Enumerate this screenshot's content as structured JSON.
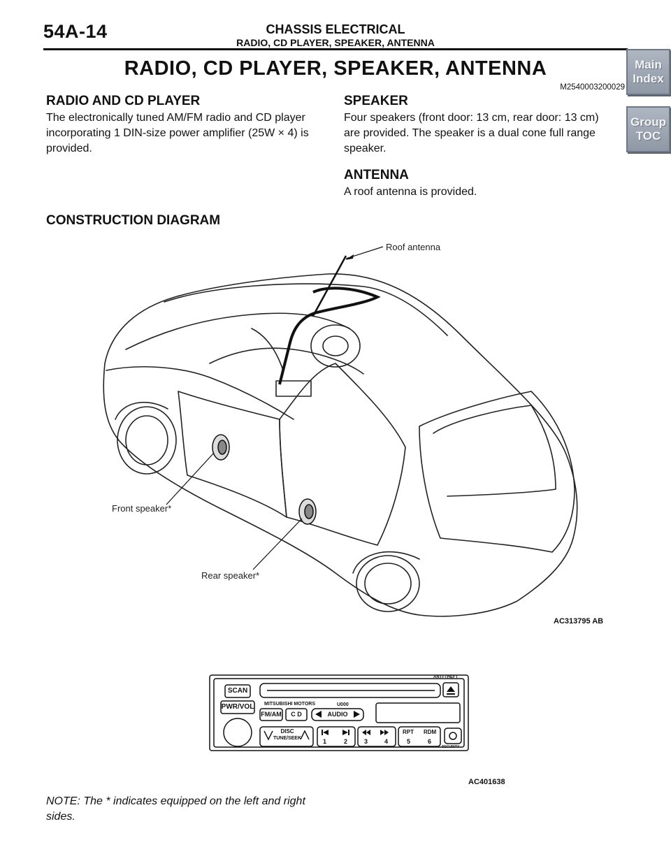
{
  "header": {
    "page_number": "54A-14",
    "group_title": "CHASSIS ELECTRICAL",
    "section_title": "RADIO, CD PLAYER, SPEAKER, ANTENNA"
  },
  "nav": {
    "main_index": [
      "Main",
      "Index"
    ],
    "group_toc": [
      "Group",
      "TOC"
    ]
  },
  "title": "RADIO, CD PLAYER, SPEAKER, ANTENNA",
  "doc_code": "M2540003200029",
  "sections": {
    "radio": {
      "heading": "RADIO AND CD PLAYER",
      "lines": [
        "The electronically tuned AM/FM radio and CD player",
        "incorporating 1 DIN-size power amplifier (25W × 4) is",
        "provided."
      ]
    },
    "speaker": {
      "heading": "SPEAKER",
      "lines": [
        "Four speakers (front door: 13 cm, rear door: 13 cm)",
        "are provided. The speaker is a dual cone full range",
        "speaker."
      ]
    },
    "antenna": {
      "heading": "ANTENNA",
      "lines": [
        "A roof antenna is provided."
      ]
    },
    "construction": {
      "heading": "CONSTRUCTION DIAGRAM"
    }
  },
  "figure1": {
    "labels": {
      "roof_antenna": "Roof antenna",
      "front_speaker": "Front speaker*",
      "rear_speaker": "Rear speaker*"
    },
    "code": "AC313795 AB"
  },
  "figure2": {
    "buttons": {
      "scan": "SCAN",
      "pwr_vol": "PWR/VOL",
      "fm_am": "FM/AM",
      "cd": "C D",
      "audio": "AUDIO",
      "disc": "DISC",
      "tune_seek": "TUNE/SEEK",
      "rpt": "RPT",
      "rdm": "RDM",
      "n1": "1",
      "n2": "2",
      "n3": "3",
      "n4": "4",
      "n5": "5",
      "n6": "6"
    },
    "brand": "MITSUBISHI MOTORS",
    "model": "U000",
    "anti_theft": "ANTI-THEFT",
    "security": "SECURITY",
    "code": "AC401638"
  },
  "note": {
    "lines": [
      "NOTE: The * indicates equipped on the left and right",
      "sides."
    ]
  }
}
